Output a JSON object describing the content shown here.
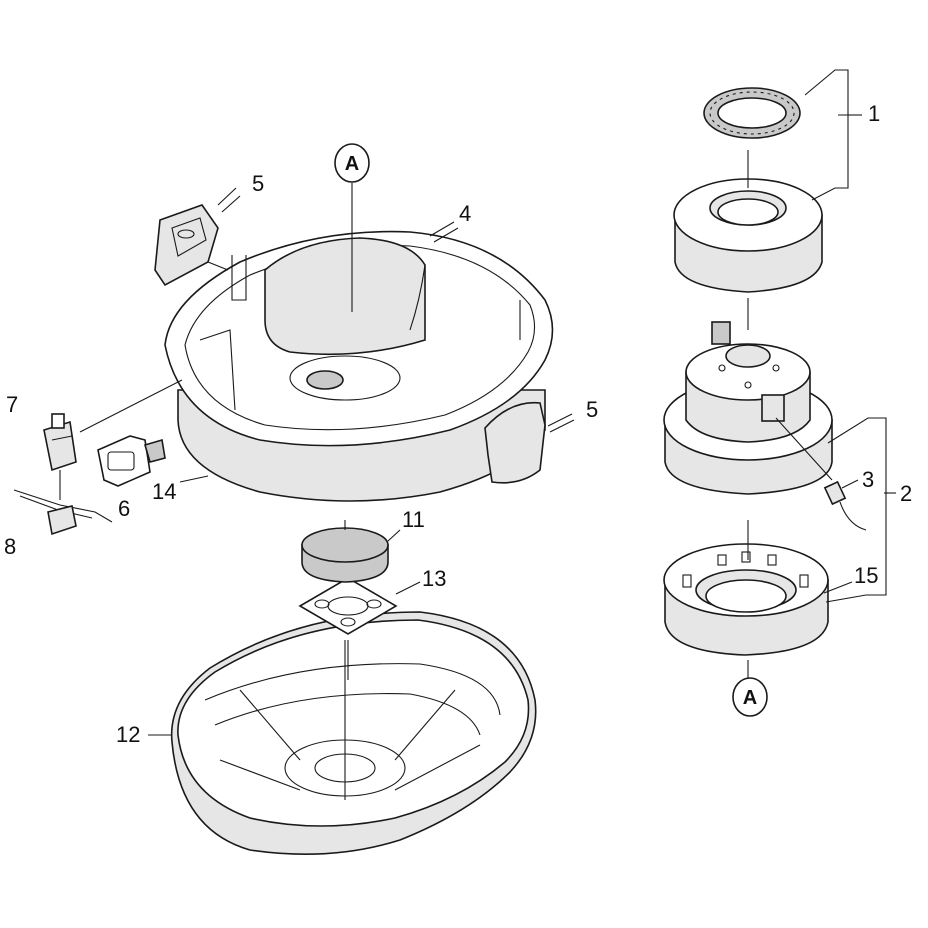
{
  "diagram": {
    "callouts": [
      {
        "id": "label-1",
        "text": "1"
      },
      {
        "id": "label-2",
        "text": "2"
      },
      {
        "id": "label-3",
        "text": "3"
      },
      {
        "id": "label-4",
        "text": "4"
      },
      {
        "id": "label-5a",
        "text": "5"
      },
      {
        "id": "label-5b",
        "text": "5"
      },
      {
        "id": "label-6",
        "text": "6"
      },
      {
        "id": "label-7",
        "text": "7"
      },
      {
        "id": "label-8",
        "text": "8"
      },
      {
        "id": "label-11",
        "text": "11"
      },
      {
        "id": "label-12",
        "text": "12"
      },
      {
        "id": "label-13",
        "text": "13"
      },
      {
        "id": "label-14",
        "text": "14"
      },
      {
        "id": "label-15",
        "text": "15"
      }
    ],
    "reference_marks": [
      {
        "id": "ref-a-top",
        "text": "A"
      },
      {
        "id": "ref-a-bottom",
        "text": "A"
      }
    ]
  }
}
